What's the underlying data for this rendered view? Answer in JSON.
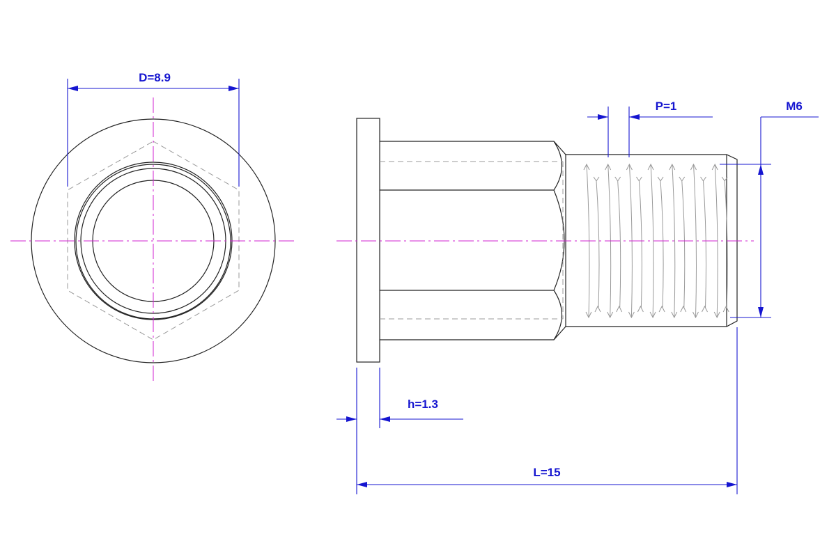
{
  "drawing": {
    "views": [
      "front-view",
      "side-view"
    ],
    "dimensions": {
      "outer_diameter": "D=8.9",
      "pitch": "P=1",
      "thread": "M6",
      "flange_height": "h=1.3",
      "length": "L=15"
    },
    "colors": {
      "outline": "#222222",
      "hidden": "#999999",
      "centerline": "#d020d0",
      "dimension": "#1515d0"
    },
    "thread_crest_count": 7
  }
}
